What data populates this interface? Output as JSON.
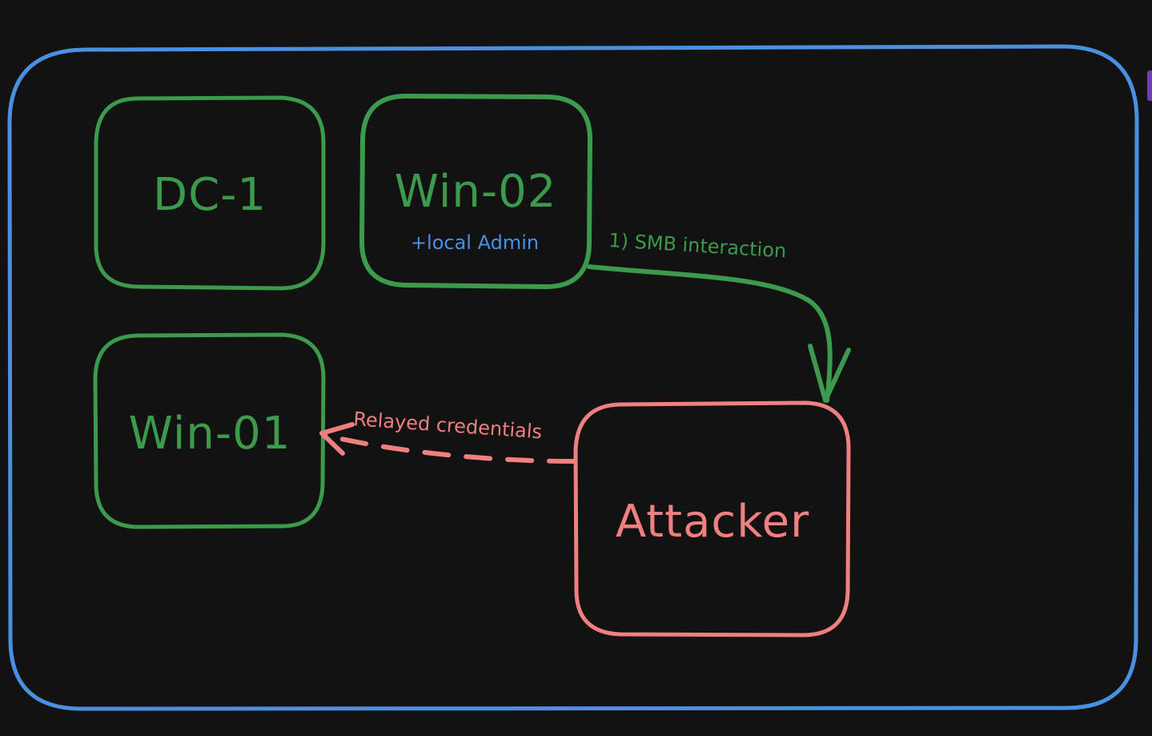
{
  "colors": {
    "background": "#121212",
    "frame": "#4a90e2",
    "host": "#3b9a4b",
    "host_sublabel": "#4a90e2",
    "attacker": "#f07f7f",
    "scroll_accent": "#6c3fb5"
  },
  "nodes": {
    "dc1": {
      "title": "DC-1"
    },
    "win02": {
      "title": "Win-02",
      "sublabel": "+local Admin"
    },
    "win01": {
      "title": "Win-01"
    },
    "attacker": {
      "title": "Attacker"
    }
  },
  "edges": {
    "smb": {
      "label": "1) SMB interaction"
    },
    "relay": {
      "label": "Relayed credentials"
    }
  }
}
